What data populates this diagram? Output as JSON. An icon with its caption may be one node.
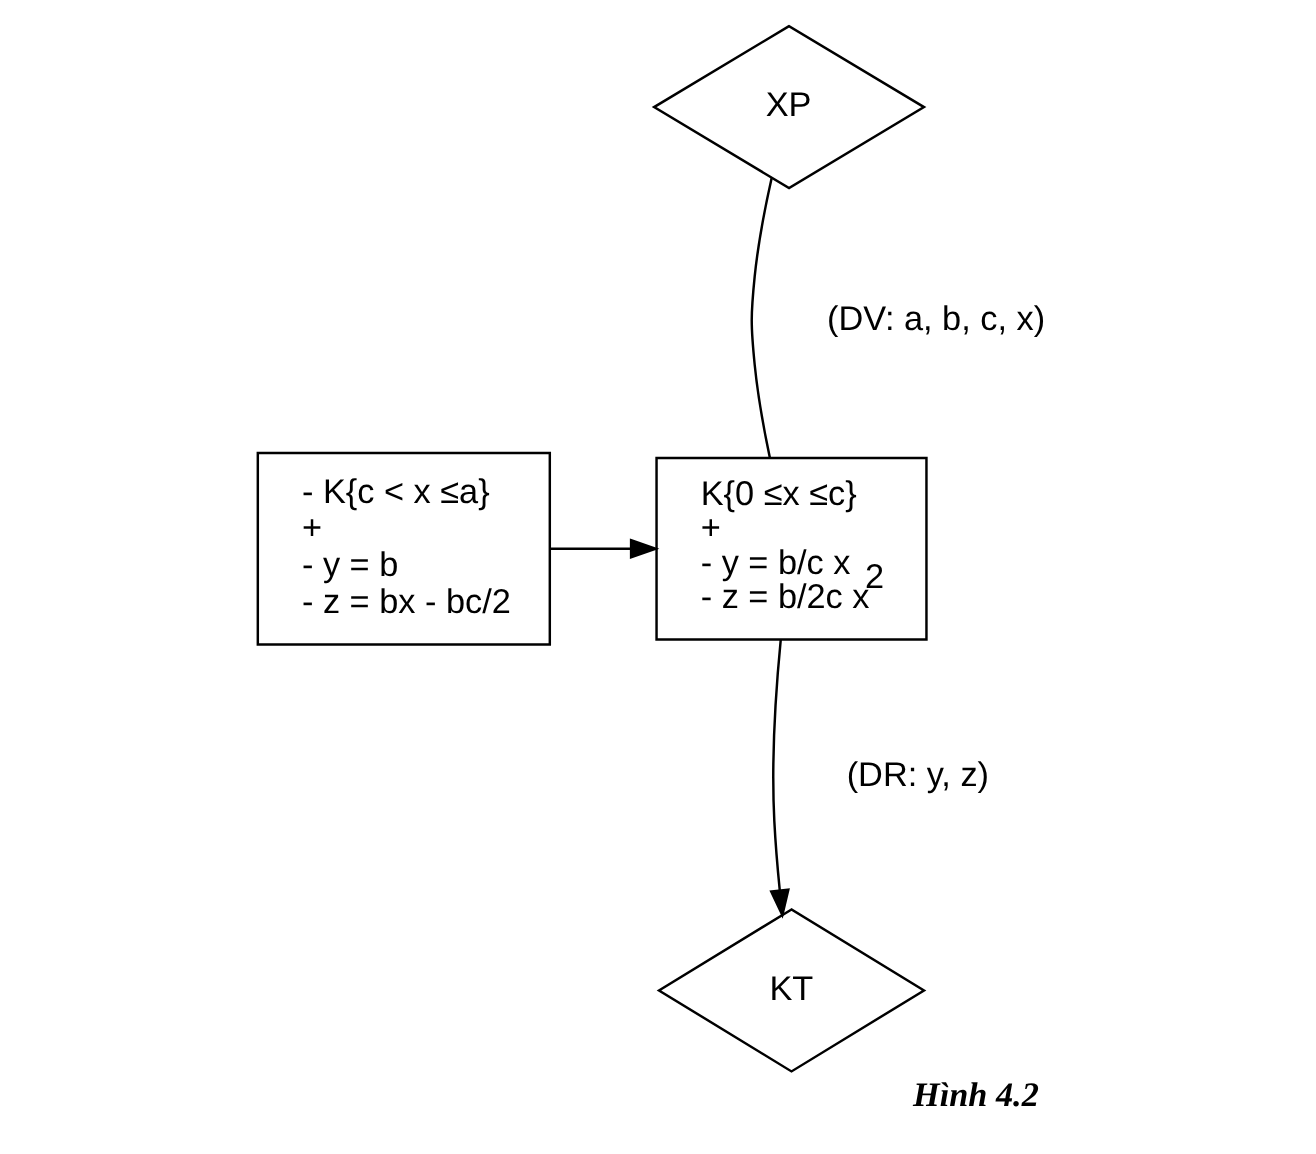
{
  "diagram": {
    "caption": "Hình 4.2",
    "nodes": [
      {
        "text": [
          "XP"
        ]
      },
      {
        "text": [
          "K{0 ≤x ≤c}",
          "+",
          "- y = b/c x",
          "- z = b/2c x$^{2}$"
        ]
      },
      {
        "text": [
          "- K{c < x ≤a}",
          "+",
          "- y = b",
          "- z = bx - bc/2"
        ]
      },
      {
        "text": [
          "KT"
        ]
      }
    ],
    "edges": [
      {
        "from": 0,
        "to": 1,
        "arrow": "none"
      },
      {
        "from": 2,
        "to": 1,
        "arrow": "to"
      },
      {
        "from": 1,
        "to": 3,
        "arrow": "to"
      }
    ],
    "labels": [
      "(DV: a, b, c, x)",
      "(DR: y, z)"
    ]
  }
}
